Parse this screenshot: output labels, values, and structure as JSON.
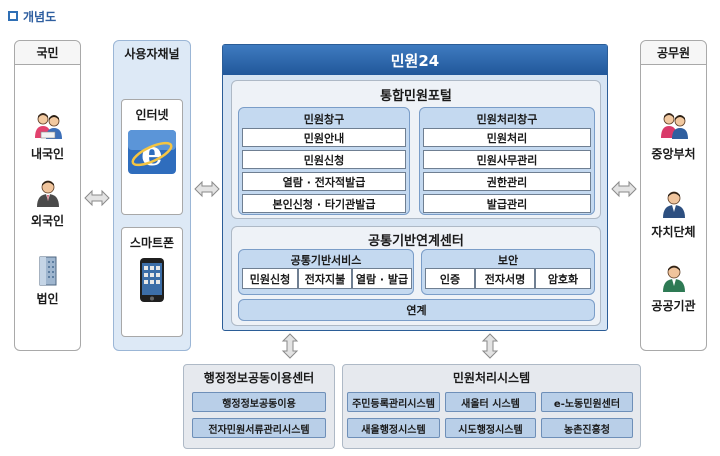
{
  "header": {
    "title": "개념도"
  },
  "citizens": {
    "title": "국민",
    "items": [
      {
        "label": "내국인",
        "icon": "people-pair-icon"
      },
      {
        "label": "외국인",
        "icon": "person-icon"
      },
      {
        "label": "법인",
        "icon": "building-icon"
      }
    ]
  },
  "channels": {
    "title": "사용자채널",
    "items": [
      {
        "label": "인터넷",
        "icon": "internet-explorer-icon"
      },
      {
        "label": "스마트폰",
        "icon": "smartphone-icon"
      }
    ]
  },
  "main": {
    "title": "민원24",
    "portal": {
      "title": "통합민원포털",
      "left_group": {
        "title": "민원창구",
        "items": [
          "민원안내",
          "민원신청",
          "열람 · 전자적발급",
          "본인신청 · 타기관발급"
        ]
      },
      "right_group": {
        "title": "민원처리창구",
        "items": [
          "민원처리",
          "민원사무관리",
          "권한관리",
          "발급관리"
        ]
      }
    },
    "common": {
      "title": "공통기반연계센터",
      "service": {
        "title": "공통기반서비스",
        "items": [
          "민원신청",
          "전자지불",
          "열람 · 발급"
        ]
      },
      "security": {
        "title": "보안",
        "items": [
          "인증",
          "전자서명",
          "암호화"
        ]
      },
      "link_label": "연계"
    }
  },
  "officials": {
    "title": "공무원",
    "items": [
      {
        "label": "중앙부처",
        "icon": "people-pair-icon"
      },
      {
        "label": "자치단체",
        "icon": "person-icon"
      },
      {
        "label": "공공기관",
        "icon": "person-icon"
      }
    ]
  },
  "admin_center": {
    "title": "행정정보공동이용센터",
    "items": [
      "행정정보공동이용",
      "전자민원서류관리시스템"
    ]
  },
  "process_systems": {
    "title": "민원처리시스템",
    "items": [
      "주민등록관리시스템",
      "새올터 시스템",
      "e-노동민원센터",
      "새올행정시스템",
      "시도행정시스템",
      "농촌진흥청"
    ]
  }
}
